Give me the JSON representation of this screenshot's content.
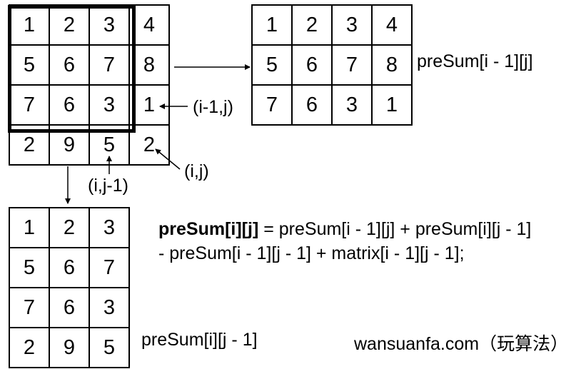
{
  "main_matrix": [
    [
      "1",
      "2",
      "3",
      "4"
    ],
    [
      "5",
      "6",
      "7",
      "8"
    ],
    [
      "7",
      "6",
      "3",
      "1"
    ],
    [
      "2",
      "9",
      "5",
      "2"
    ]
  ],
  "top_matrix": [
    [
      "1",
      "2",
      "3",
      "4"
    ],
    [
      "5",
      "6",
      "7",
      "8"
    ],
    [
      "7",
      "6",
      "3",
      "1"
    ]
  ],
  "left_matrix": [
    [
      "1",
      "2",
      "3"
    ],
    [
      "5",
      "6",
      "7"
    ],
    [
      "7",
      "6",
      "3"
    ],
    [
      "2",
      "9",
      "5"
    ]
  ],
  "labels": {
    "top_matrix_label": "preSum[i - 1][j]",
    "left_matrix_label": "preSum[i][j - 1]",
    "cell_i_minus_1_j": "(i-1,j)",
    "cell_i_j": "(i,j)",
    "cell_i_j_minus_1": "(i,j-1)",
    "watermark": "wansuanfa.com（玩算法）"
  },
  "formula": {
    "lhs": "preSum[i][j]",
    "line1_rest": " = preSum[i - 1][j] + preSum[i][j - 1]",
    "line2": " - preSum[i - 1][j - 1] + matrix[i - 1][j - 1];"
  }
}
